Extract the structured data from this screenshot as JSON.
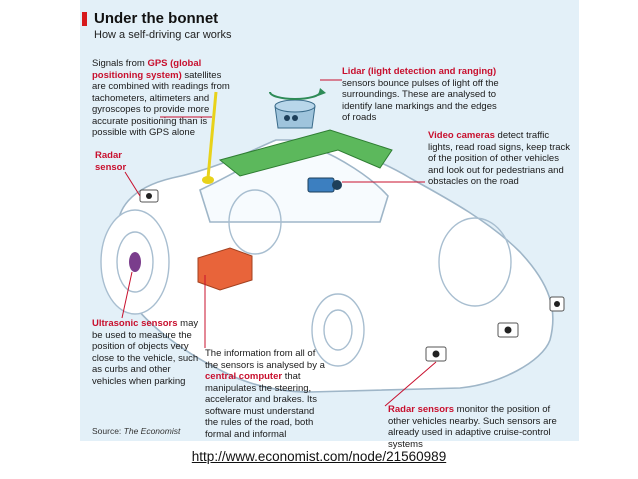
{
  "header": {
    "title": "Under the bonnet",
    "subtitle": "How a self-driving car works"
  },
  "callouts": {
    "gps": {
      "pre": "Signals from ",
      "highlight": "GPS (global positioning system)",
      "post": " satellites are combined with readings from tachometers, altimeters and gyroscopes to provide more accurate positioning than is possible with GPS alone"
    },
    "lidar": {
      "highlight": "Lidar (light detection and ranging)",
      "post": " sensors bounce pulses of light off the surroundings. These are analysed to identify lane markings and the edges of roads"
    },
    "video": {
      "highlight": "Video cameras",
      "post": " detect traffic lights, read road signs, keep track of the position of other vehicles and look out for pedestrians and obstacles on the road"
    },
    "radar_sensor": {
      "label": "Radar sensor"
    },
    "ultrasonic": {
      "highlight": "Ultrasonic sensors",
      "post": " may be used to measure the position of objects very close to the vehicle, such as curbs and other vehicles when parking"
    },
    "computer": {
      "pre": "The information from all of the sensors is analysed by a ",
      "highlight": "central computer",
      "post": " that manipulates the steering, accelerator and brakes. Its software must understand the rules of the road, both formal and informal"
    },
    "radar": {
      "highlight": "Radar sensors",
      "post": " monitor the position of other vehicles nearby. Such sensors are already used in adaptive cruise-control systems"
    }
  },
  "source": {
    "label": "Source: ",
    "name": "The Economist"
  },
  "footer_url": "http://www.economist.com/node/21560989",
  "colors": {
    "panel": "#e3f0f8",
    "accent_red": "#c8102e",
    "lidar_green": "#5cb85c",
    "antenna_yellow": "#e8d21a",
    "computer_orange": "#e8643a"
  }
}
